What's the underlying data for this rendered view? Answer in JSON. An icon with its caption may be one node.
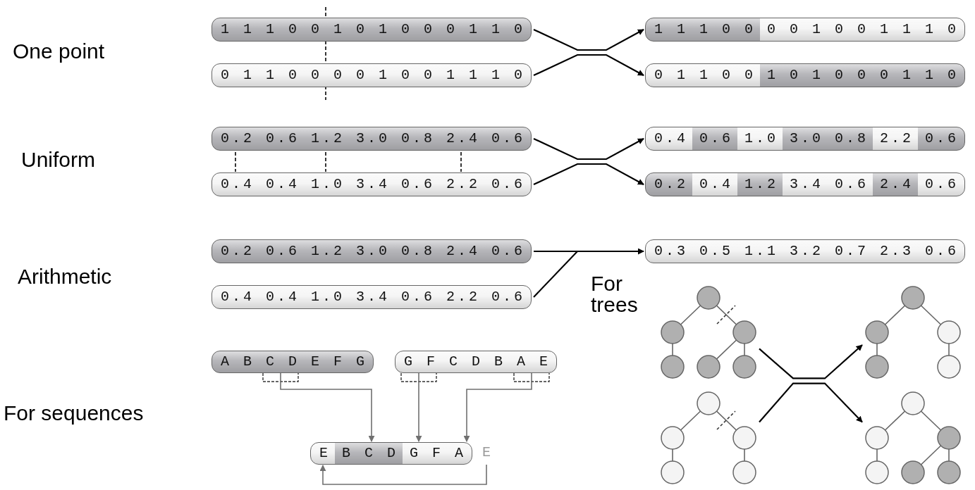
{
  "diagram": {
    "nodes": [
      {
        "text": [
          "1 1 1 0 0 1 0 1 0 0 0 1 1 0"
        ]
      },
      {
        "text": [
          "1 1 1 0 0 0 0 1 0 0 1 1 1 0"
        ]
      },
      {
        "text": [
          "0 1 1 0 0 0 0 1 0 0 1 1 1 0"
        ]
      },
      {
        "text": [
          "0 1 1 0 0 1 0 1 0 0 0 1 1 0"
        ]
      },
      {
        "text": [
          "0.2 0.6 1.2 3.0 0.8 2.4 0.6"
        ]
      },
      {
        "text": [
          "0.4 0.6 1.0 3.0 0.8 2.2 0.6"
        ]
      },
      {
        "text": [
          "0.4 0.4 1.0 3.4 0.6 2.2 0.6"
        ]
      },
      {
        "text": [
          "0.2 0.4 1.2 3.4 0.6 2.4 0.6"
        ]
      },
      {
        "text": [
          "0.2 0.6 1.2 3.0 0.8 2.4 0.6"
        ]
      },
      {
        "text": [
          "0.3 0.5 1.1 3.2 0.7 2.3 0.6"
        ]
      },
      {
        "text": [
          "0.4 0.4 1.0 3.4 0.6 2.2 0.6"
        ]
      },
      {
        "text": [
          "A B C D E F G"
        ]
      },
      {
        "text": [
          "G F C D B A E"
        ]
      },
      {
        "text": [],
        "shape": "tree"
      },
      {
        "text": [],
        "shape": "tree"
      },
      {
        "text": [
          "E B C D G F A"
        ]
      },
      {
        "text": [
          "E"
        ]
      },
      {
        "text": [],
        "shape": "tree"
      },
      {
        "text": [],
        "shape": "tree"
      }
    ],
    "edges": [
      {
        "from": 0,
        "to": 1,
        "arrow": "to"
      },
      {
        "from": 2,
        "to": 3,
        "arrow": "to"
      },
      {
        "from": 4,
        "to": 5,
        "arrow": "to"
      },
      {
        "from": 6,
        "to": 7,
        "arrow": "to"
      },
      {
        "from": 8,
        "to": 9,
        "arrow": "to"
      },
      {
        "from": 10,
        "to": 9,
        "arrow": "none"
      },
      {
        "from": 13,
        "to": 14,
        "arrow": "to"
      },
      {
        "from": 17,
        "to": 18,
        "arrow": "to"
      },
      {
        "from": 11,
        "to": 15,
        "arrow": "to",
        "color": "#707070"
      },
      {
        "from": 12,
        "to": 15,
        "arrow": "to",
        "color": "#707070"
      },
      {
        "from": 12,
        "to": 15,
        "arrow": "to",
        "color": "#707070"
      },
      {
        "from": 16,
        "to": 15,
        "arrow": "to",
        "color": "#707070"
      }
    ],
    "labels": [
      "One point",
      "Uniform",
      "Arithmetic",
      "For trees",
      "For sequences"
    ]
  }
}
